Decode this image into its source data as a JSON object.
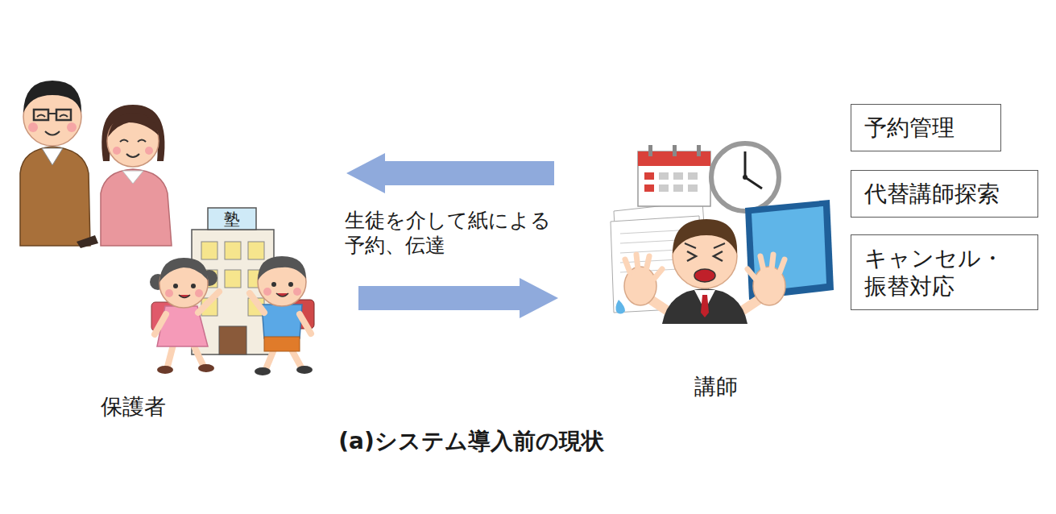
{
  "diagram": {
    "caption": "(a)システム導入前の現状",
    "nodes": [
      {
        "text": [
          "保護者"
        ]
      },
      {
        "text": [
          "講師"
        ]
      },
      {
        "text": [
          "予約管理"
        ]
      },
      {
        "text": [
          "代替講師探索"
        ]
      },
      {
        "text": [
          "キャンセル・ 振替対応"
        ]
      }
    ],
    "edges": [
      {
        "from": 1,
        "to": 0,
        "arrow": "to"
      },
      {
        "from": 0,
        "to": 1,
        "arrow": "to"
      }
    ],
    "labels": [
      "生徒を介して紙による 予約、伝達",
      "塾"
    ]
  }
}
